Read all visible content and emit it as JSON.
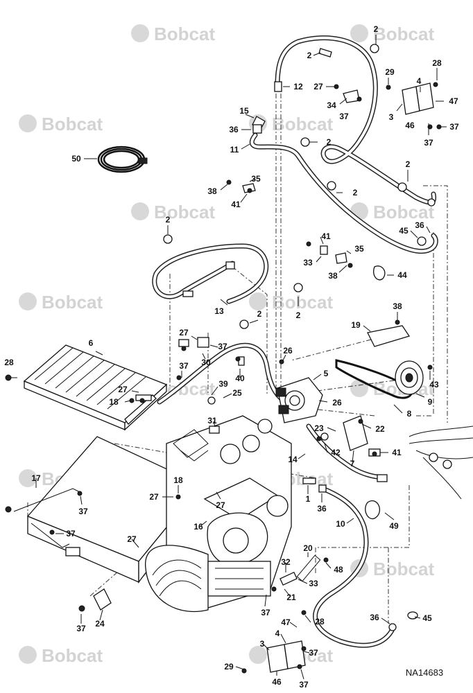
{
  "watermark": {
    "brand": "Bobcat"
  },
  "drawing_number": "NA14683",
  "callouts": [
    {
      "id": "c-2a",
      "text": "2"
    },
    {
      "id": "c-2b",
      "text": "2"
    },
    {
      "id": "c-12",
      "text": "12"
    },
    {
      "id": "c-27a",
      "text": "27"
    },
    {
      "id": "c-34",
      "text": "34"
    },
    {
      "id": "c-37a",
      "text": "37"
    },
    {
      "id": "c-29a",
      "text": "29"
    },
    {
      "id": "c-4a",
      "text": "4"
    },
    {
      "id": "c-28a",
      "text": "28"
    },
    {
      "id": "c-47a",
      "text": "47"
    },
    {
      "id": "c-3a",
      "text": "3"
    },
    {
      "id": "c-46a",
      "text": "46"
    },
    {
      "id": "c-37b",
      "text": "37"
    },
    {
      "id": "c-37c",
      "text": "37"
    },
    {
      "id": "c-15",
      "text": "15"
    },
    {
      "id": "c-36a",
      "text": "36"
    },
    {
      "id": "c-2c",
      "text": "2"
    },
    {
      "id": "c-11",
      "text": "11"
    },
    {
      "id": "c-50",
      "text": "50"
    },
    {
      "id": "c-2d",
      "text": "2"
    },
    {
      "id": "c-2e",
      "text": "2"
    },
    {
      "id": "c-38a",
      "text": "38"
    },
    {
      "id": "c-35a",
      "text": "35"
    },
    {
      "id": "c-41a",
      "text": "41"
    },
    {
      "id": "c-45a",
      "text": "45"
    },
    {
      "id": "c-36b",
      "text": "36"
    },
    {
      "id": "c-2f",
      "text": "2"
    },
    {
      "id": "c-41b",
      "text": "41"
    },
    {
      "id": "c-35b",
      "text": "35"
    },
    {
      "id": "c-33a",
      "text": "33"
    },
    {
      "id": "c-38b",
      "text": "38"
    },
    {
      "id": "c-44",
      "text": "44"
    },
    {
      "id": "c-2g",
      "text": "2"
    },
    {
      "id": "c-2h",
      "text": "2"
    },
    {
      "id": "c-13",
      "text": "13"
    },
    {
      "id": "c-38c",
      "text": "38"
    },
    {
      "id": "c-19",
      "text": "19"
    },
    {
      "id": "c-27b",
      "text": "27"
    },
    {
      "id": "c-37d",
      "text": "37"
    },
    {
      "id": "c-6",
      "text": "6"
    },
    {
      "id": "c-30",
      "text": "30"
    },
    {
      "id": "c-26a",
      "text": "26"
    },
    {
      "id": "c-5",
      "text": "5"
    },
    {
      "id": "c-28b",
      "text": "28"
    },
    {
      "id": "c-37e",
      "text": "37"
    },
    {
      "id": "c-40",
      "text": "40"
    },
    {
      "id": "c-43",
      "text": "43"
    },
    {
      "id": "c-27c",
      "text": "27"
    },
    {
      "id": "c-39",
      "text": "39"
    },
    {
      "id": "c-25",
      "text": "25"
    },
    {
      "id": "c-9",
      "text": "9"
    },
    {
      "id": "c-18a",
      "text": "18"
    },
    {
      "id": "c-26b",
      "text": "26"
    },
    {
      "id": "c-8",
      "text": "8"
    },
    {
      "id": "c-31",
      "text": "31"
    },
    {
      "id": "c-23",
      "text": "23"
    },
    {
      "id": "c-22",
      "text": "22"
    },
    {
      "id": "c-42",
      "text": "42"
    },
    {
      "id": "c-41c",
      "text": "41"
    },
    {
      "id": "c-14",
      "text": "14"
    },
    {
      "id": "c-7",
      "text": "7"
    },
    {
      "id": "c-17",
      "text": "17"
    },
    {
      "id": "c-18b",
      "text": "18"
    },
    {
      "id": "c-37f",
      "text": "37"
    },
    {
      "id": "c-27d",
      "text": "27"
    },
    {
      "id": "c-1",
      "text": "1"
    },
    {
      "id": "c-27e",
      "text": "27"
    },
    {
      "id": "c-36c",
      "text": "36"
    },
    {
      "id": "c-37g",
      "text": "37"
    },
    {
      "id": "c-16",
      "text": "16"
    },
    {
      "id": "c-10",
      "text": "10"
    },
    {
      "id": "c-49",
      "text": "49"
    },
    {
      "id": "c-27f",
      "text": "27"
    },
    {
      "id": "c-20",
      "text": "20"
    },
    {
      "id": "c-32",
      "text": "32"
    },
    {
      "id": "c-48",
      "text": "48"
    },
    {
      "id": "c-33b",
      "text": "33"
    },
    {
      "id": "c-21",
      "text": "21"
    },
    {
      "id": "c-37h",
      "text": "37"
    },
    {
      "id": "c-24",
      "text": "24"
    },
    {
      "id": "c-37i",
      "text": "37"
    },
    {
      "id": "c-36d",
      "text": "36"
    },
    {
      "id": "c-45b",
      "text": "45"
    },
    {
      "id": "c-47b",
      "text": "47"
    },
    {
      "id": "c-28c",
      "text": "28"
    },
    {
      "id": "c-4b",
      "text": "4"
    },
    {
      "id": "c-37j",
      "text": "37"
    },
    {
      "id": "c-3b",
      "text": "3"
    },
    {
      "id": "c-29b",
      "text": "29"
    },
    {
      "id": "c-46b",
      "text": "46"
    },
    {
      "id": "c-37k",
      "text": "37"
    }
  ]
}
